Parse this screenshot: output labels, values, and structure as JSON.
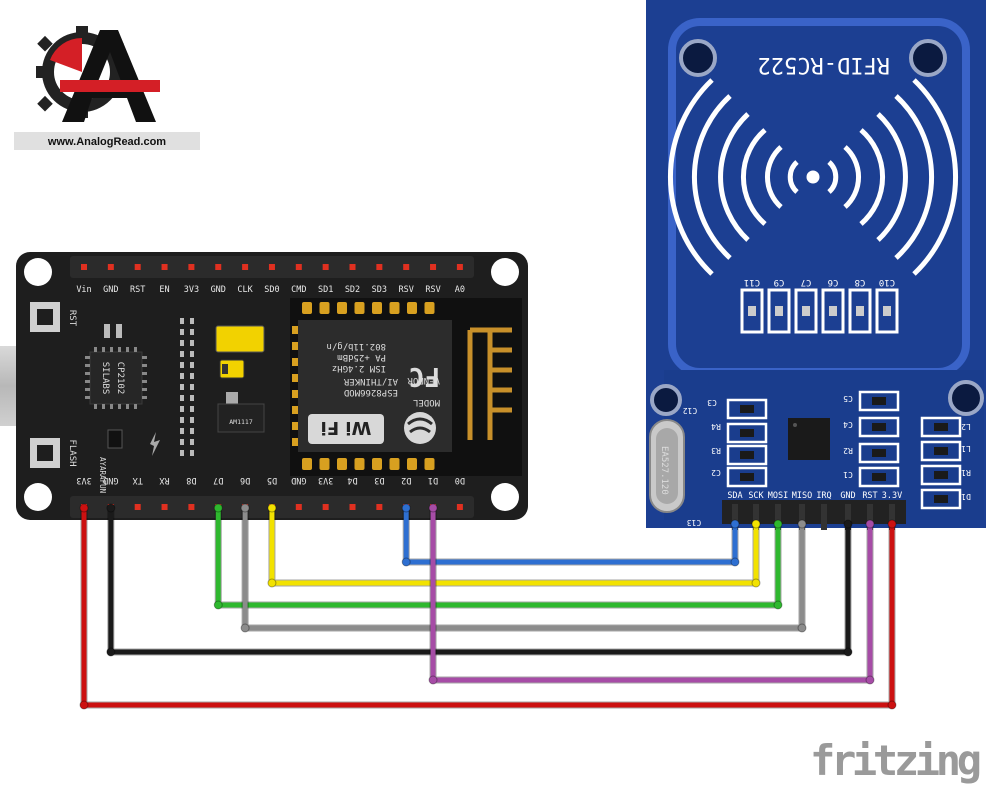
{
  "logo": {
    "text": "www.AnalogRead.com",
    "colors": {
      "red": "#d41f26",
      "black": "#111111",
      "gear": "#222222"
    }
  },
  "nodemcu": {
    "top_pins": [
      "Vin",
      "GND",
      "RST",
      "EN",
      "3V3",
      "GND",
      "CLK",
      "SD0",
      "CMD",
      "SD1",
      "SD2",
      "SD3",
      "RSV",
      "RSV",
      "A0"
    ],
    "bottom_pins": [
      "3V3",
      "GND",
      "TX",
      "RX",
      "D8",
      "D7",
      "D6",
      "D5",
      "GND",
      "3V3",
      "D4",
      "D3",
      "D2",
      "D1",
      "D0"
    ],
    "rst_label": "RST",
    "flash_label": "FLASH",
    "uart_chip": [
      "SILABS",
      "CP2102"
    ],
    "brand": "AYARAFUN",
    "regulator": "AM1117",
    "module_text": [
      "MODEL",
      "ESP8266MOD",
      "VENDOR",
      "AI/THINKER",
      "ISM 2.4GHz",
      "PA +25dBm",
      "802.11b/g/n"
    ],
    "wifi_text": "Wi Fi",
    "fc_text": "FC"
  },
  "rfid": {
    "title": "RFID-RC522",
    "caps": [
      "C11",
      "C9",
      "C7",
      "C6",
      "C8",
      "C10"
    ],
    "pins": [
      "SDA",
      "SCK",
      "MOSI",
      "MISO",
      "IRQ",
      "GND",
      "RST",
      "3.3V"
    ],
    "parts": [
      "C12",
      "C3",
      "R4",
      "R3",
      "C2",
      "C13",
      "C5",
      "C4",
      "R2",
      "C1",
      "L2",
      "L1",
      "R1",
      "D1"
    ],
    "crystal": "EA527.120",
    "board_color": "#1c3f92"
  },
  "wires": [
    {
      "from": "D2",
      "to": "SDA",
      "color": "#2e6fd1"
    },
    {
      "from": "D5",
      "to": "SCK",
      "color": "#f2e200"
    },
    {
      "from": "D7",
      "to": "MOSI",
      "color": "#2eb82e"
    },
    {
      "from": "D6",
      "to": "MISO",
      "color": "#8c8c8c"
    },
    {
      "from": "GND",
      "to": "GND",
      "color": "#1a1a1a"
    },
    {
      "from": "D1",
      "to": "RST",
      "color": "#a64ca6"
    },
    {
      "from": "3V3",
      "to": "3.3V",
      "color": "#cc1111"
    }
  ],
  "watermark": "fritzing"
}
